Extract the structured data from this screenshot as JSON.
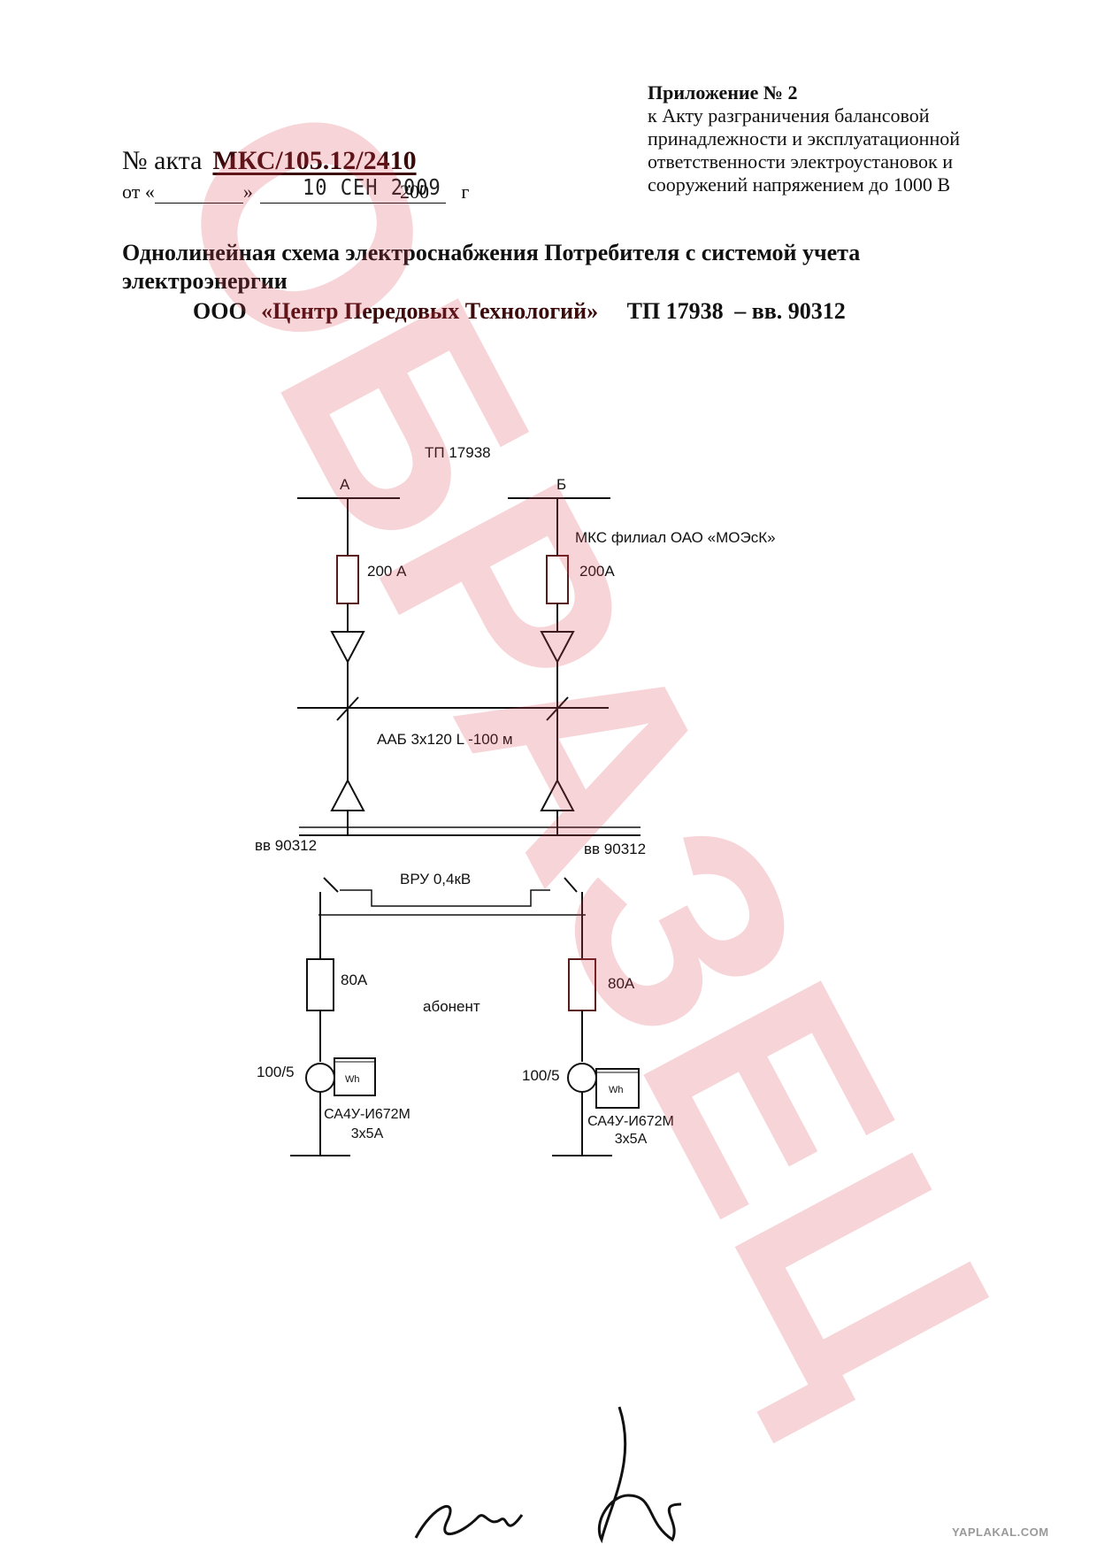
{
  "appendix": {
    "title": "Приложение № 2",
    "lines": [
      "к Акту разграничения балансовой",
      "принадлежности и эксплуатационной",
      "ответственности электроустановок и",
      "сооружений напряжением до 1000 В"
    ]
  },
  "act": {
    "prefix": "№ акта",
    "number": "МКС/105.12/2410",
    "date_prefix": "от «",
    "date_close": "»",
    "stamped_date": "10 СЕН 2009",
    "year": "200",
    "year_suffix": "г"
  },
  "title": {
    "line1": "Однолинейная схема электроснабжения Потребителя с системой учета",
    "line2": "электроэнергии",
    "org_prefix": "ООО",
    "org_name": "«Центр Передовых Технологий»",
    "tp": "ТП 17938",
    "vv": "– вв. 90312"
  },
  "diagram": {
    "substation": "ТП 17938",
    "bus_a": "А",
    "bus_b": "Б",
    "owner": "МКС филиал ОАО «МОЭсК»",
    "fuse_a": "200 А",
    "fuse_b": "200А",
    "cable": "ААБ 3х120 L -100 м",
    "input_a": "вв 90312",
    "input_b": "вв 90312",
    "switchboard": "ВРУ 0,4кВ",
    "fuse_c": "80А",
    "fuse_d": "80А",
    "consumer": "абонент",
    "ct_a": "100/5",
    "ct_b": "100/5",
    "meter_symbol": "Wh",
    "meter_a_model": "СА4У-И672М",
    "meter_a_rating": "3х5А",
    "meter_b_model": "СА4У-И672М",
    "meter_b_rating": "3х5А"
  },
  "watermark": {
    "text": "ОБРАЗЕЦ",
    "color": "#dc3a4c"
  },
  "footer": {
    "site": "YAPLAKAL.COM"
  }
}
